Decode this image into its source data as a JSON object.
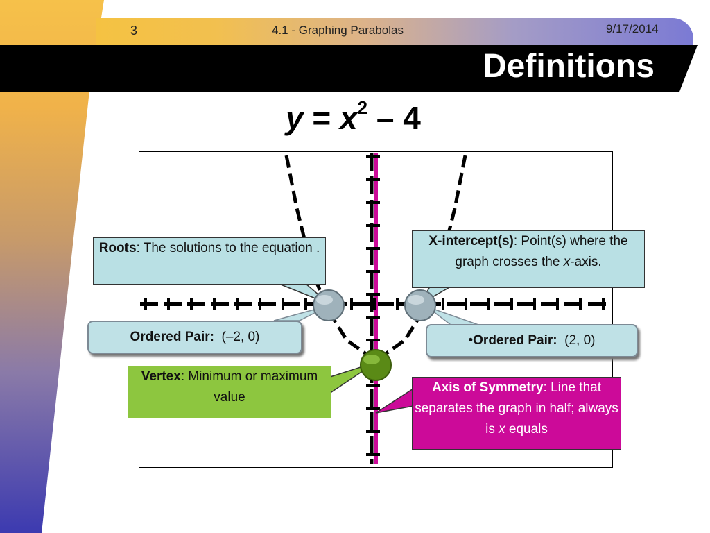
{
  "slide": {
    "number": "3",
    "deck_title": "4.1 - Graphing Parabolas",
    "date": "9/17/2014",
    "title": "Definitions"
  },
  "equation": {
    "y": "y",
    "equals": " = ",
    "x": "x",
    "exponent": "2",
    "rest": " – 4"
  },
  "callouts": {
    "roots": {
      "term": "Roots",
      "text": ": The solutions to the equation ."
    },
    "x_intercepts": {
      "term": "X-intercept(s)",
      "text_a": ": Point(s) where the graph crosses the ",
      "var": "x",
      "text_b": "-axis."
    },
    "ordered_pair_left": {
      "term": "Ordered Pair:",
      "value": "  (–2, 0)"
    },
    "ordered_pair_right": {
      "bullet": "•",
      "term": "Ordered Pair:",
      "value": "  (2, 0)"
    },
    "vertex": {
      "term": "Vertex",
      "text": ": Minimum or maximum value"
    },
    "axis": {
      "term": "Axis of Symmetry",
      "text_a": ": Line that separates the graph in half; always is ",
      "var": "x",
      "text_b": " equals"
    }
  },
  "colors": {
    "callout_blue": "#b9e0e4",
    "vertex_green": "#8dc63f",
    "axis_magenta": "#cc0a99",
    "point_gray": "#9fb2bb",
    "point_green": "#5a8a16"
  }
}
